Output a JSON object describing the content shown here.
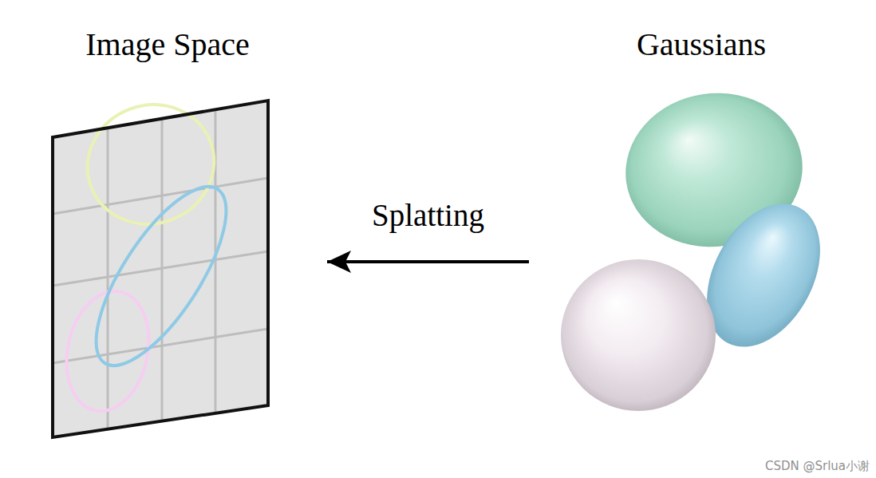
{
  "diagram": {
    "nodes": [
      {
        "text": [
          "Image Space"
        ]
      },
      {
        "text": [
          "Gaussians"
        ]
      }
    ],
    "edges": [
      {
        "from": 1,
        "to": 0,
        "arrow": "to",
        "label": "Splatting"
      }
    ],
    "labels": [
      "CSDN @Srlua小谢"
    ]
  }
}
